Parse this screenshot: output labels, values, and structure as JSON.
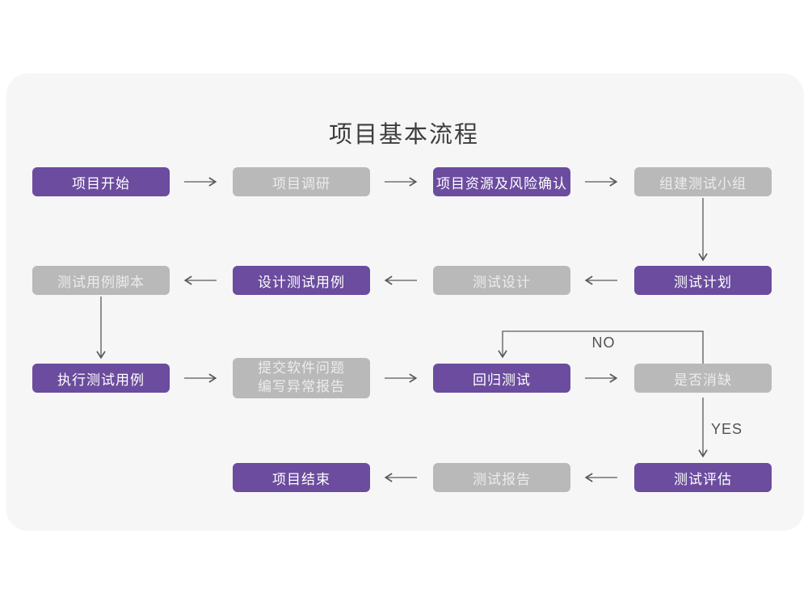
{
  "title": "项目基本流程",
  "colors": {
    "node_purple": "#6b4c9e",
    "node_gray": "#b9b9b9",
    "node_text_purple": "#ffffff",
    "node_text_gray": "#ececea",
    "arrow": "#58595b",
    "card_bg": "#f6f6f7",
    "title_text": "#3e3e3e"
  },
  "flowchart": {
    "nodes": [
      {
        "id": "project-start",
        "label": "项目开始",
        "style": "purple"
      },
      {
        "id": "project-research",
        "label": "项目调研",
        "style": "gray"
      },
      {
        "id": "resources-risk",
        "label": "项目资源及风险确认",
        "style": "purple"
      },
      {
        "id": "build-test-team",
        "label": "组建测试小组",
        "style": "gray"
      },
      {
        "id": "test-case-script",
        "label": "测试用例脚本",
        "style": "gray"
      },
      {
        "id": "design-test-case",
        "label": "设计测试用例",
        "style": "purple"
      },
      {
        "id": "test-design",
        "label": "测试设计",
        "style": "gray"
      },
      {
        "id": "test-plan",
        "label": "测试计划",
        "style": "purple"
      },
      {
        "id": "execute-test-case",
        "label": "执行测试用例",
        "style": "purple"
      },
      {
        "id": "submit-issues",
        "label": "提交软件问题\n编写异常报告",
        "style": "gray"
      },
      {
        "id": "regression-test",
        "label": "回归测试",
        "style": "purple"
      },
      {
        "id": "defect-cleared",
        "label": "是否消缺",
        "style": "gray"
      },
      {
        "id": "project-end",
        "label": "项目结束",
        "style": "purple"
      },
      {
        "id": "test-report",
        "label": "测试报告",
        "style": "gray"
      },
      {
        "id": "test-evaluation",
        "label": "测试评估",
        "style": "purple"
      }
    ],
    "edges": [
      {
        "from": "项目开始",
        "to": "项目调研"
      },
      {
        "from": "项目调研",
        "to": "项目资源及风险确认"
      },
      {
        "from": "项目资源及风险确认",
        "to": "组建测试小组"
      },
      {
        "from": "组建测试小组",
        "to": "测试计划"
      },
      {
        "from": "测试计划",
        "to": "测试设计"
      },
      {
        "from": "测试设计",
        "to": "设计测试用例"
      },
      {
        "from": "设计测试用例",
        "to": "测试用例脚本"
      },
      {
        "from": "测试用例脚本",
        "to": "执行测试用例"
      },
      {
        "from": "执行测试用例",
        "to": "提交软件问题编写异常报告"
      },
      {
        "from": "提交软件问题编写异常报告",
        "to": "回归测试"
      },
      {
        "from": "回归测试",
        "to": "是否消缺"
      },
      {
        "from": "是否消缺",
        "to": "回归测试",
        "label": "NO"
      },
      {
        "from": "是否消缺",
        "to": "测试评估",
        "label": "YES"
      },
      {
        "from": "测试评估",
        "to": "测试报告"
      },
      {
        "from": "测试报告",
        "to": "项目结束"
      }
    ],
    "branch_labels": {
      "no": "NO",
      "yes": "YES"
    }
  }
}
